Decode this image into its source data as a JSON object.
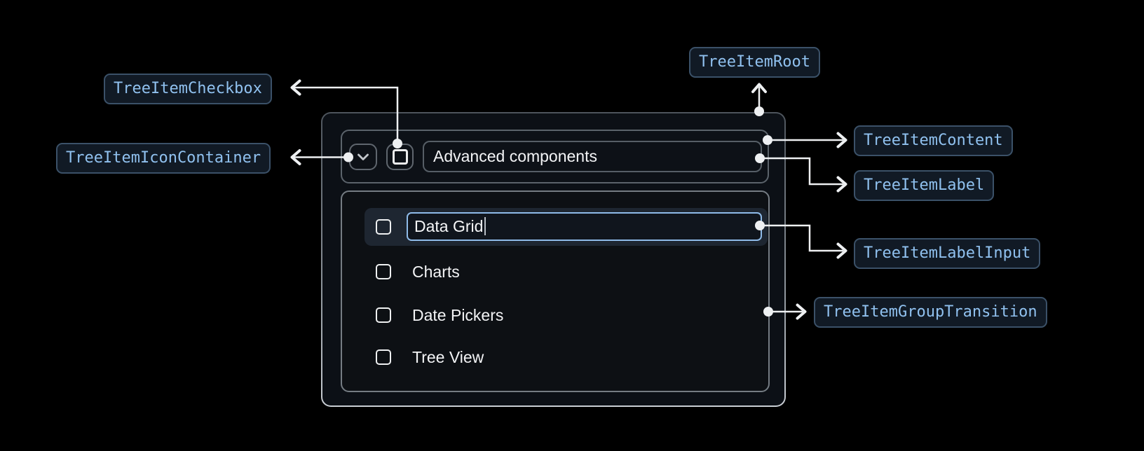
{
  "annotations": {
    "root": {
      "label": "TreeItemRoot"
    },
    "checkbox": {
      "label": "TreeItemCheckbox"
    },
    "icon_container": {
      "label": "TreeItemIconContainer"
    },
    "content": {
      "label": "TreeItemContent"
    },
    "label": {
      "label": "TreeItemLabel"
    },
    "label_input": {
      "label": "TreeItemLabelInput"
    },
    "group_transition": {
      "label": "TreeItemGroupTransition"
    }
  },
  "tree": {
    "parent": {
      "label": "Advanced components",
      "expanded": true,
      "checked": false,
      "expand_icon": "chevron-down"
    },
    "editing_item": {
      "value": "Data Grid",
      "checked": false
    },
    "children": [
      "Charts",
      "Date Pickers",
      "Tree View"
    ]
  },
  "colors": {
    "background": "#000000",
    "surface": "#0c1016",
    "chip_background": "#111a25",
    "chip_border": "#3b5168",
    "chip_text": "#90c1ef",
    "row_highlight": "#1e2631",
    "input_border": "#8fbbe9",
    "connector": "#eef0f2",
    "box_border_gray": "#5b636b"
  }
}
